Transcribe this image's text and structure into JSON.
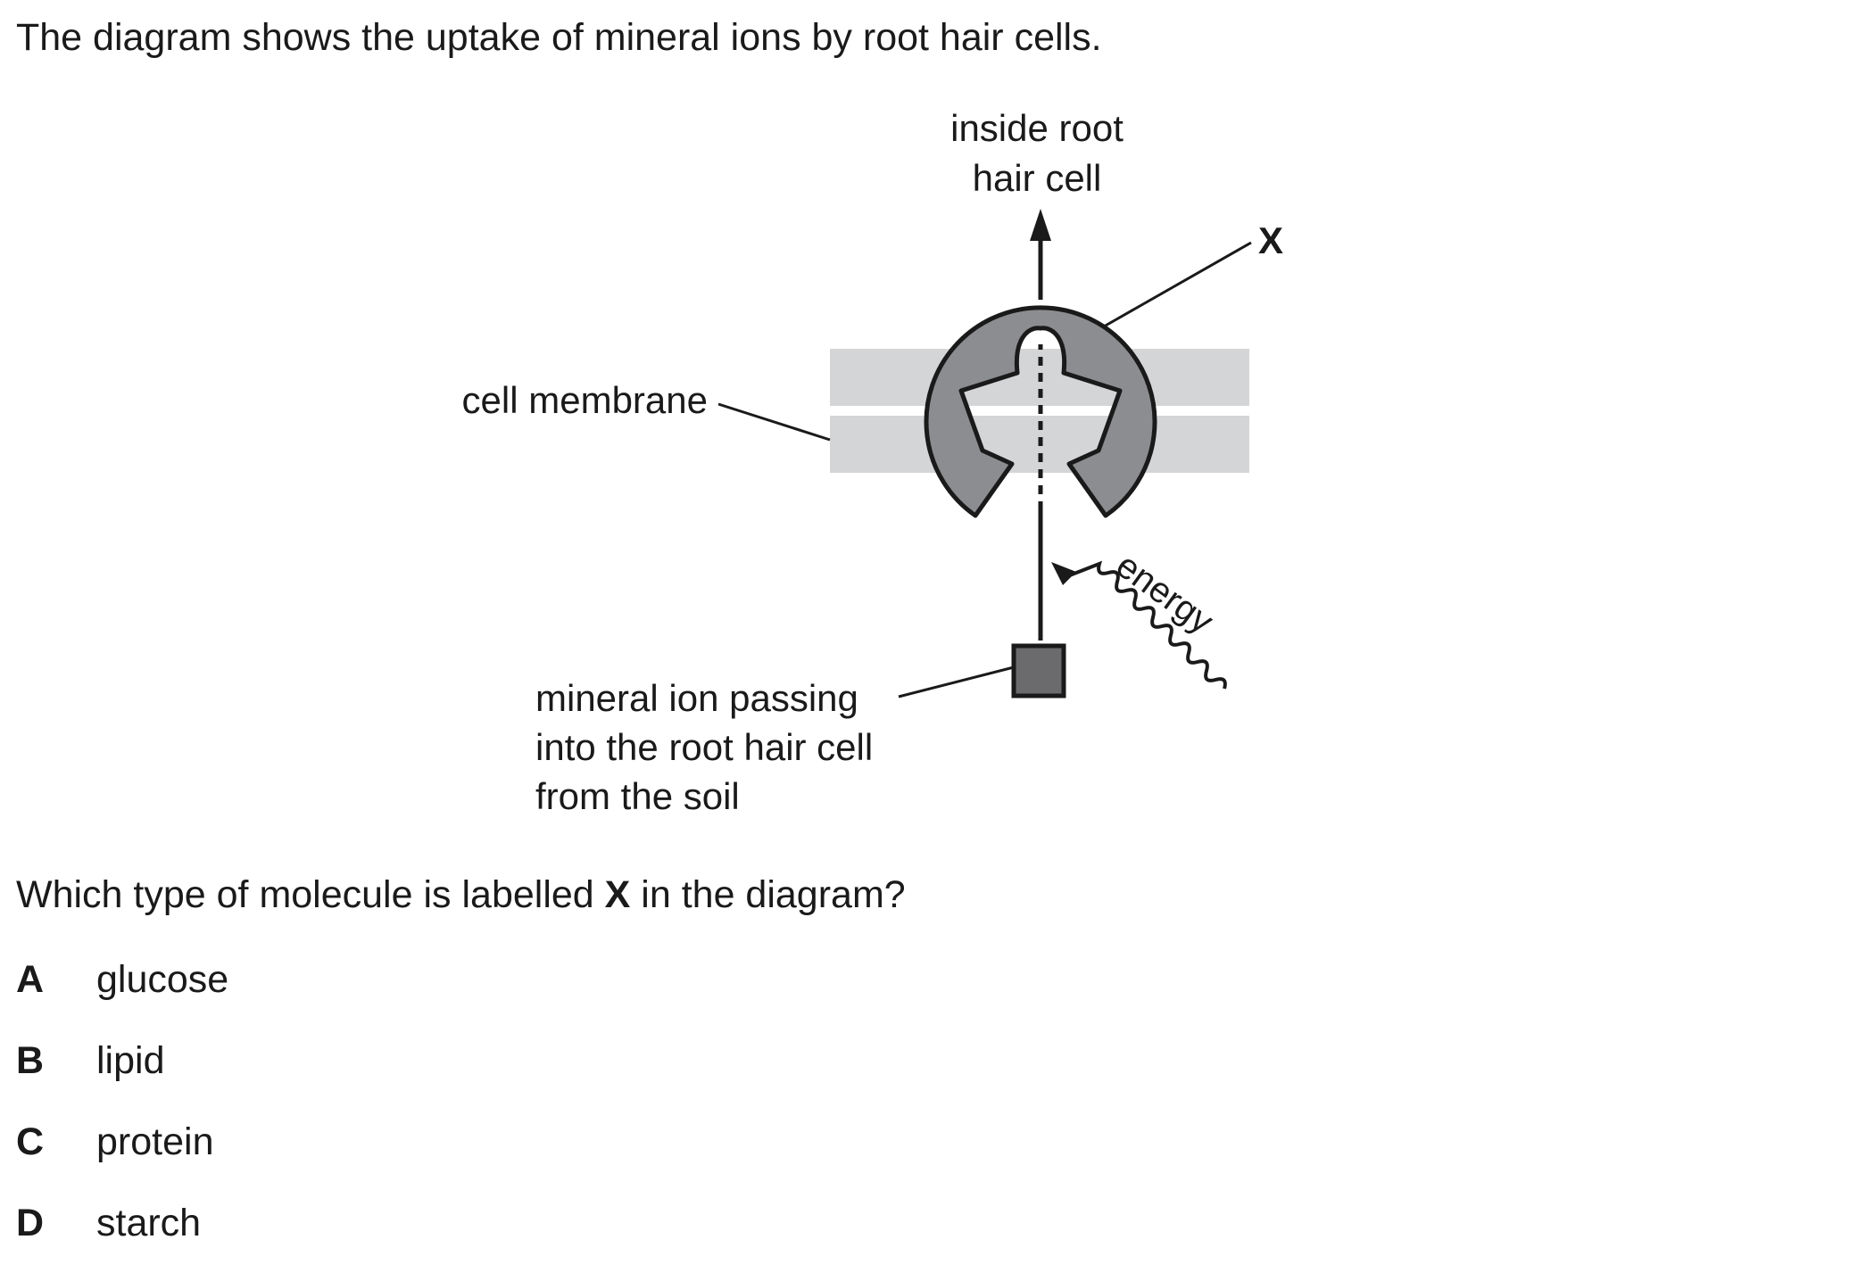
{
  "question": {
    "intro": "The diagram shows the uptake of mineral ions by root hair cells.",
    "stem_before": "Which type of molecule is labelled ",
    "stem_bold": "X",
    "stem_after": " in the diagram?"
  },
  "diagram": {
    "label_inside_line1": "inside root",
    "label_inside_line2": "hair cell",
    "label_x": "X",
    "label_membrane": "cell membrane",
    "label_energy": "energy",
    "label_ion_line1": "mineral ion passing",
    "label_ion_line2": "into the root hair cell",
    "label_ion_line3": "from the soil",
    "colors": {
      "membrane": "#d4d5d7",
      "protein": "#8c8d90",
      "ion": "#6b6b6d",
      "outline": "#1a1a1a"
    }
  },
  "options": [
    {
      "letter": "A",
      "text": "glucose"
    },
    {
      "letter": "B",
      "text": "lipid"
    },
    {
      "letter": "C",
      "text": "protein"
    },
    {
      "letter": "D",
      "text": "starch"
    }
  ]
}
